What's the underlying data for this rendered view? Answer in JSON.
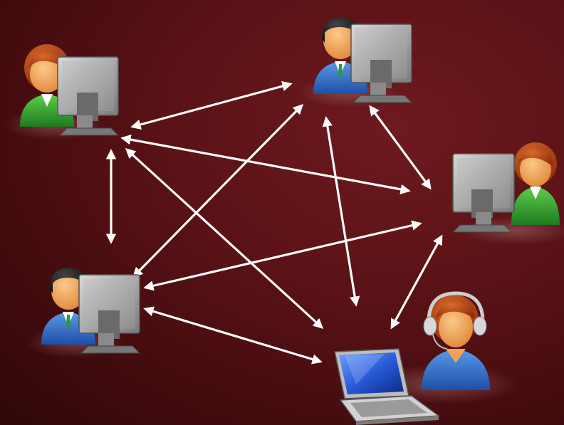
{
  "diagram": {
    "type": "mesh-network",
    "nodes": [
      {
        "id": "n1",
        "name": "user-woman-top-left",
        "gender": "female",
        "device": "desktop",
        "shirt_color": "#2f8f2f",
        "hair_color": "#a83a12"
      },
      {
        "id": "n2",
        "name": "user-man-top-center",
        "gender": "male",
        "device": "desktop",
        "shirt_color": "#2f6fd0",
        "hair_color": "#1a1a1a"
      },
      {
        "id": "n3",
        "name": "user-woman-right",
        "gender": "female",
        "device": "desktop",
        "shirt_color": "#2f8f2f",
        "hair_color": "#a83a12"
      },
      {
        "id": "n4",
        "name": "user-man-bottom-left",
        "gender": "male",
        "device": "desktop",
        "shirt_color": "#2f6fd0",
        "hair_color": "#1a1a1a"
      },
      {
        "id": "n5",
        "name": "user-headset-laptop-bottom-right",
        "gender": "female",
        "device": "laptop",
        "shirt_color": "#2f6fd0",
        "hair_color": "#c04818"
      }
    ],
    "edges": [
      {
        "from": "n1",
        "to": "n2"
      },
      {
        "from": "n1",
        "to": "n3"
      },
      {
        "from": "n1",
        "to": "n4"
      },
      {
        "from": "n1",
        "to": "n5"
      },
      {
        "from": "n2",
        "to": "n3"
      },
      {
        "from": "n2",
        "to": "n4"
      },
      {
        "from": "n2",
        "to": "n5"
      },
      {
        "from": "n3",
        "to": "n4"
      },
      {
        "from": "n3",
        "to": "n5"
      },
      {
        "from": "n4",
        "to": "n5"
      }
    ],
    "arrow_style": "bidirectional",
    "colors": {
      "background": "#5a1216",
      "arrow": "#ffffff",
      "monitor": "#9a9a9a",
      "screen": "#3a4a5a",
      "laptop_screen": "#2a5ad8",
      "skin": "#f2a25a"
    }
  }
}
